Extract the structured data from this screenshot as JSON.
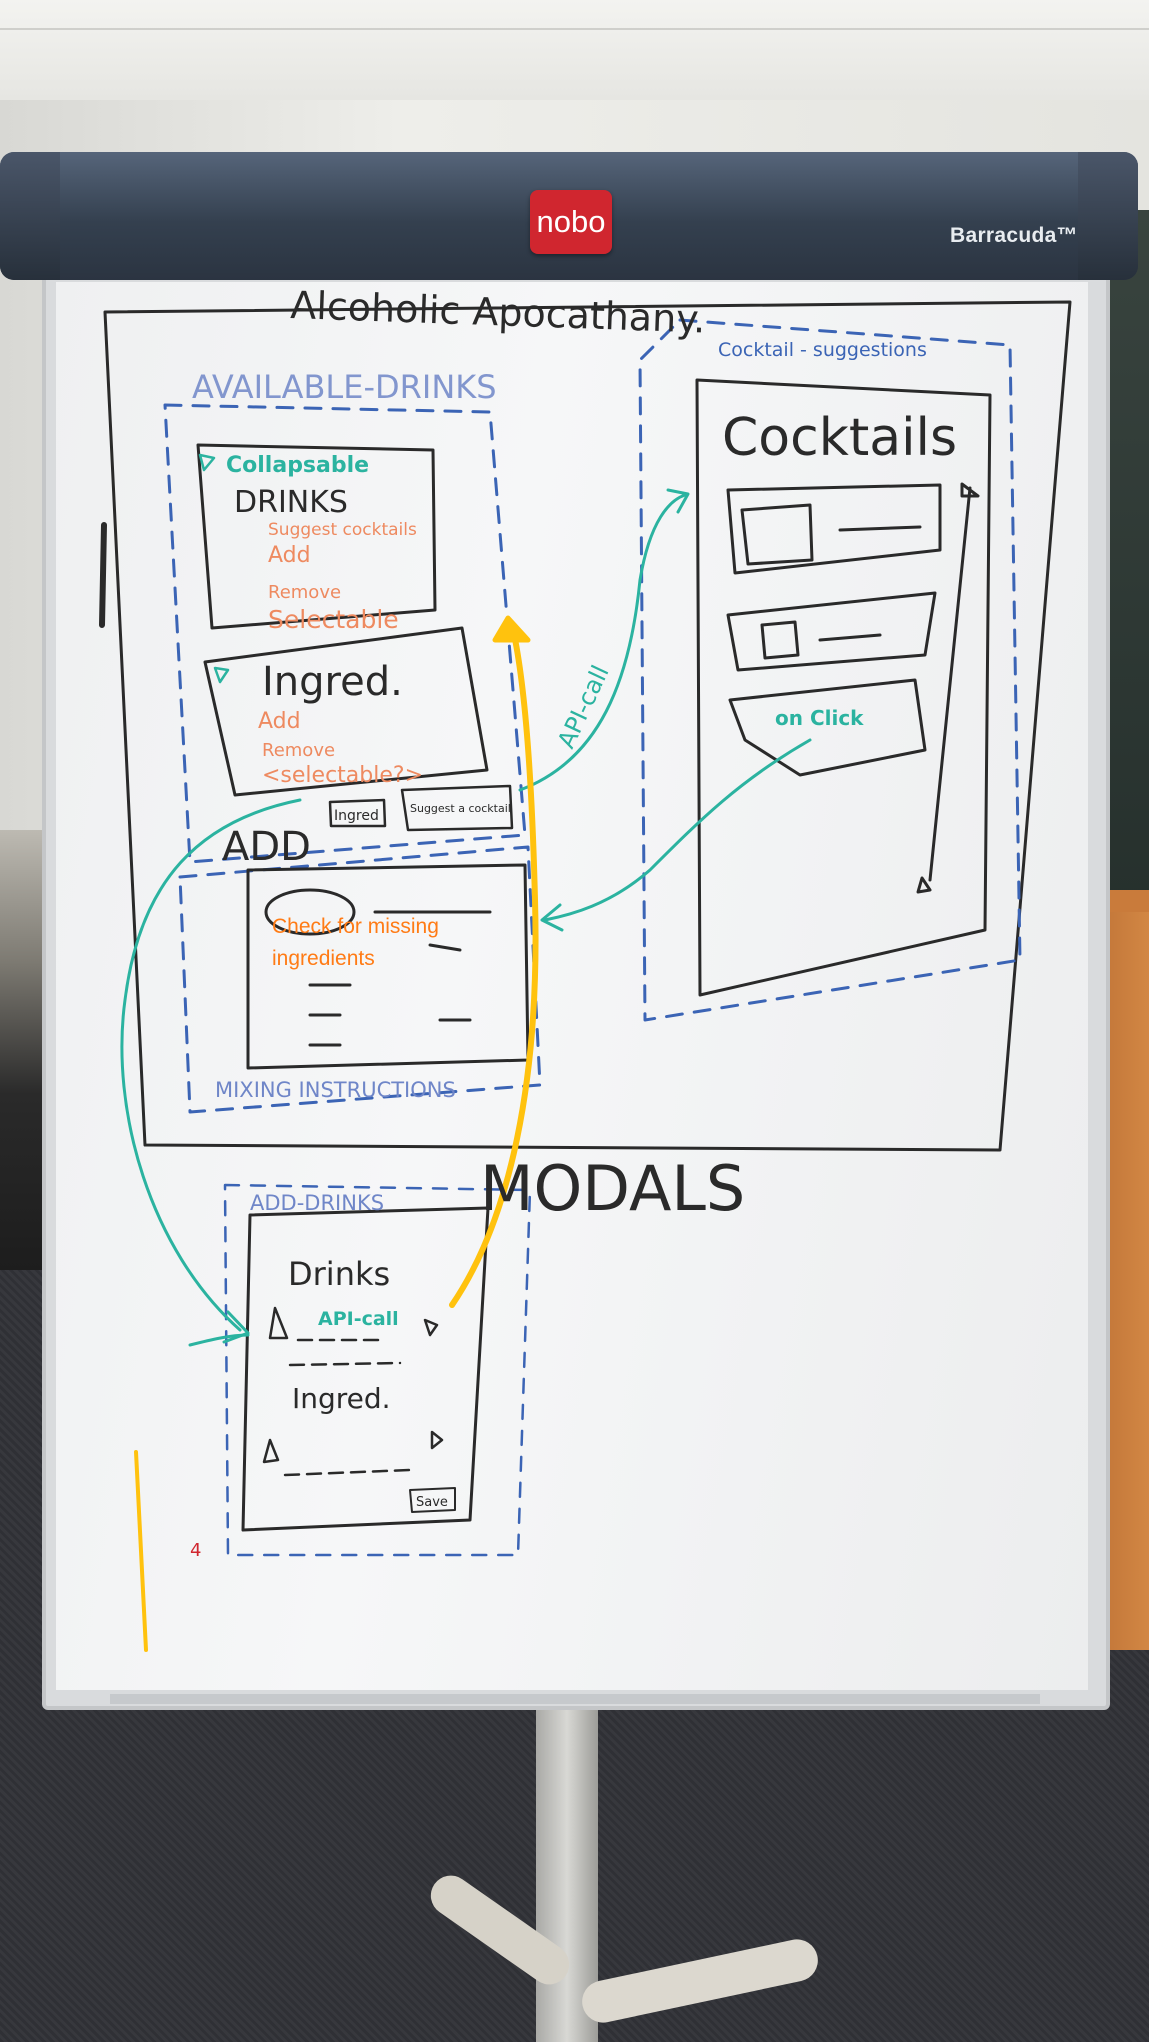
{
  "brand": {
    "logo_text": "nobo",
    "model": "Barracuda™"
  },
  "sketch": {
    "title": "Alcoholic Apocathany.",
    "available_drinks": {
      "section_label": "AVAILABLE-DRINKS",
      "drinks_panel": {
        "collapse_label": "Collapsable",
        "heading": "DRINKS",
        "items": [
          "Suggest cocktails",
          "Add",
          "Remove",
          "Selectable"
        ]
      },
      "ingredients_panel": {
        "heading": "Ingred.",
        "items": [
          "Add",
          "Remove",
          "<selectable?>"
        ]
      },
      "add_label": "ADD",
      "add_ingredient_button": "Ingred",
      "suggest_button": "Suggest a cocktail"
    },
    "mixing_instructions": {
      "section_label": "MIXING INSTRUCTIONS",
      "typed_note_lines": [
        "Check for missing",
        "ingredients"
      ]
    },
    "cocktail_suggestions": {
      "section_label": "Cocktail - suggestions",
      "heading": "Cocktails",
      "on_click_label": "on Click"
    },
    "api_call_label": "API-call",
    "modals": {
      "heading": "MODALS",
      "add_drinks_label": "ADD-DRINKS",
      "drinks_label": "Drinks",
      "api_call_label": "API-call",
      "ingredients_label": "Ingred.",
      "save_label": "Save",
      "corner_mark": "4"
    }
  },
  "colors": {
    "black_marker": "#2a2a2a",
    "blue_marker": "#3b64b5",
    "teal_marker": "#2bb3a0",
    "orange_marker": "#ee8a60",
    "yellow_marker": "#ffc20e",
    "typed_orange": "#ff7b15"
  }
}
